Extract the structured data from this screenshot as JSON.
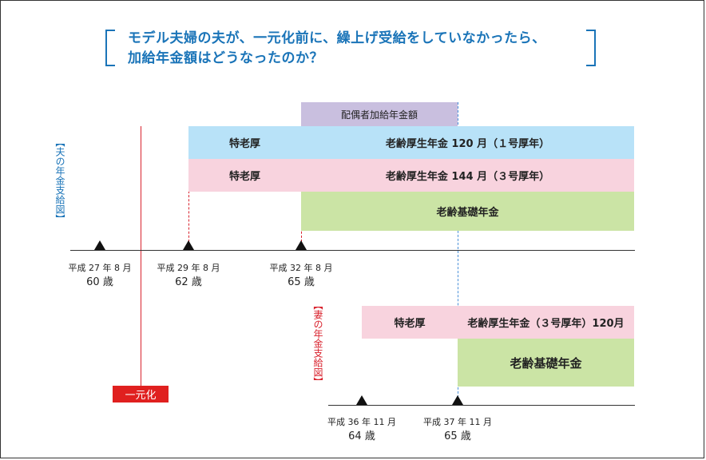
{
  "title": {
    "line1": "モデル夫婦の夫が、一元化前に、繰上げ受給をしていなかったら、",
    "line2": "加給年金額はどうなったのか？"
  },
  "husband": {
    "label": "【夫の年金支給図】",
    "spouse_bar": "配偶者加給年金額",
    "row1_left": "特老厚",
    "row1_right": "老齢厚生年金 120 月（１号厚年）",
    "row2_left": "特老厚",
    "row2_right": "老齢厚生年金 144 月（３号厚年）",
    "row3": "老齢基礎年金",
    "ticks": [
      {
        "date": "平成 27 年 8 月",
        "age": "60 歳"
      },
      {
        "date": "平成 29 年 8 月",
        "age": "62 歳"
      },
      {
        "date": "平成 32 年 8 月",
        "age": "65 歳"
      }
    ]
  },
  "wife": {
    "label": "【妻の年金支給図】",
    "row1_left": "特老厚",
    "row1_right": "老齢厚生年金（３号厚年）120月",
    "row2": "老齢基礎年金",
    "ticks": [
      {
        "date": "平成 36 年 11 月",
        "age": "64 歳"
      },
      {
        "date": "平成 37 年 11 月",
        "age": "65 歳"
      }
    ]
  },
  "ichigen_label": "一元化",
  "colors": {
    "title": "#1a74b8",
    "blue_bar": "#b8e2f8",
    "pink_bar": "#f8d3de",
    "green_bar": "#cbe4a5",
    "purple_bar": "#c9bfdf",
    "red": "#d9232e"
  }
}
